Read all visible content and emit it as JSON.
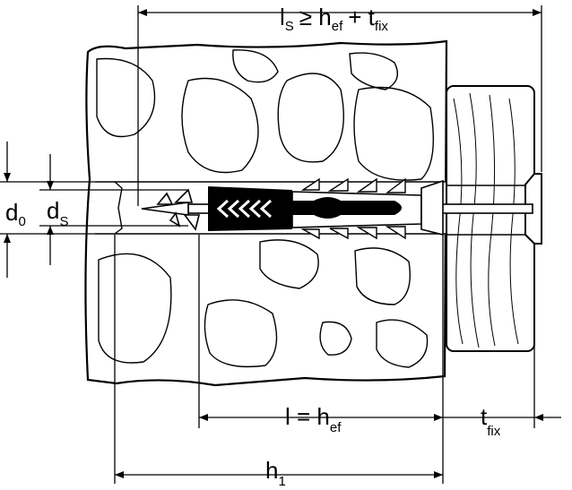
{
  "labels": {
    "ls_main": "l",
    "ls_sub": "S",
    "ls_geq": "≥ h",
    "ls_ef": "ef",
    "ls_plus": "+ t",
    "ls_fix": "fix",
    "l_main": "l = h",
    "l_ef": "ef",
    "tfix_main": "t",
    "tfix_sub": "fix",
    "h1_main": "h",
    "h1_sub": "1",
    "d0_main": "d",
    "d0_sub": "0",
    "ds_main": "d",
    "ds_sub": "S"
  },
  "colors": {
    "line": "#000000",
    "fill": "#ffffff",
    "plug": "#000000"
  }
}
